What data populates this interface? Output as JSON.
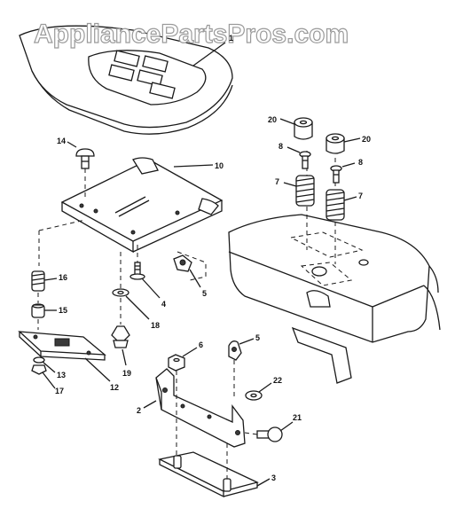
{
  "watermark": "AppliancePartsPros.com",
  "callouts": {
    "c1": "1",
    "c2": "2",
    "c3": "3",
    "c4": "4",
    "c5a": "5",
    "c5b": "5",
    "c6": "6",
    "c7a": "7",
    "c7b": "7",
    "c8a": "8",
    "c8b": "8",
    "c10": "10",
    "c12": "12",
    "c13": "13",
    "c14": "14",
    "c15": "15",
    "c16": "16",
    "c17": "17",
    "c18": "18",
    "c19": "19",
    "c20a": "20",
    "c20b": "20",
    "c21": "21",
    "c22": "22"
  }
}
